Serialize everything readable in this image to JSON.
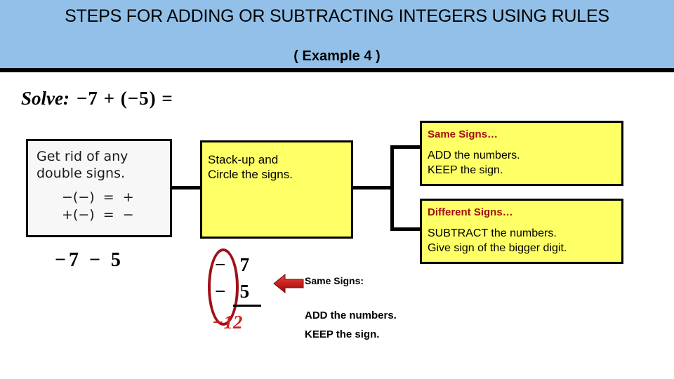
{
  "header": {
    "title": "STEPS FOR ADDING OR SUBTRACTING INTEGERS USING RULES",
    "subtitle": "( Example 4 )",
    "background_color": "#92c0e8"
  },
  "solve": {
    "label": "Solve:",
    "expression": "−7 + (−5)  ="
  },
  "steps": {
    "double_signs": {
      "text": "Get rid of any\ndouble signs.",
      "rules": "−(−)  =  +\n+(−)  =  −",
      "background_color": "#f7f7f7"
    },
    "stack_up": {
      "text": "Stack-up and\nCircle the signs.",
      "background_color": "#ffff66"
    }
  },
  "rules": [
    {
      "title": "Same Signs…",
      "body": "ADD the numbers.\nKEEP the sign.",
      "title_color": "#a01010",
      "background_color": "#ffff66"
    },
    {
      "title": "Different Signs…",
      "body": "SUBTRACT the numbers.\nGive sign of the bigger digit.",
      "title_color": "#a01010",
      "background_color": "#ffff66"
    }
  ],
  "work": {
    "simplified_expression": "−7  −  5",
    "stack_row_1": "−   7",
    "stack_row_2": "−   5",
    "answer": "−12",
    "answer_color": "#cc2222",
    "circle_color": "#a01018"
  },
  "callout": {
    "arrow_icon": "arrow-left-icon",
    "arrow_color": "#cc2222",
    "title": "Same Signs:",
    "line1": "ADD the numbers.",
    "line2": "KEEP the sign."
  }
}
